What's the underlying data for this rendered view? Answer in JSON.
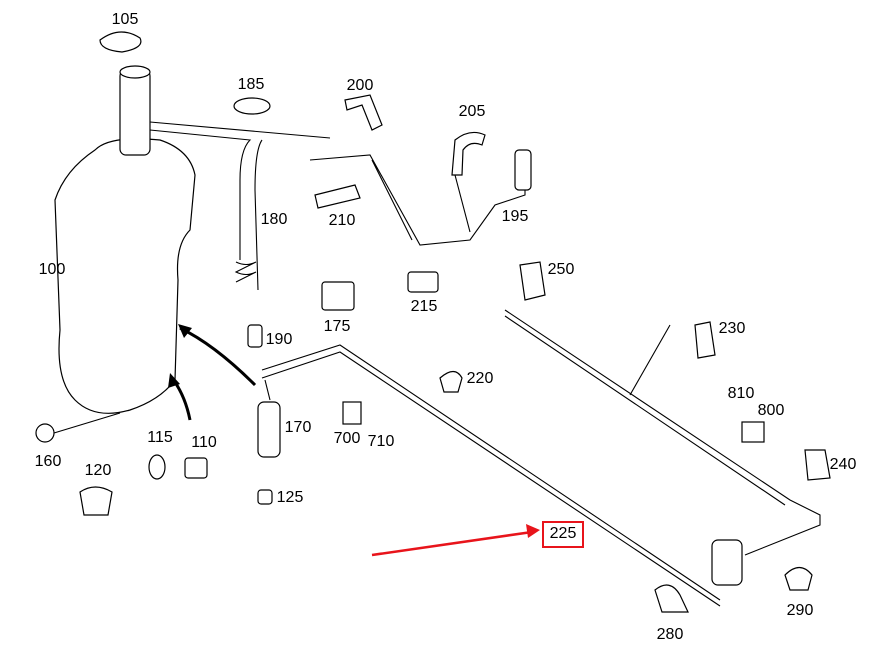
{
  "diagram": {
    "highlight_color": "#e8141b",
    "highlighted_part": "225",
    "parts": [
      {
        "id": "p105",
        "label": "105"
      },
      {
        "id": "p185",
        "label": "185"
      },
      {
        "id": "p200",
        "label": "200"
      },
      {
        "id": "p205",
        "label": "205"
      },
      {
        "id": "p180",
        "label": "180"
      },
      {
        "id": "p210",
        "label": "210"
      },
      {
        "id": "p195",
        "label": "195"
      },
      {
        "id": "p100",
        "label": "100"
      },
      {
        "id": "p250",
        "label": "250"
      },
      {
        "id": "p230",
        "label": "230"
      },
      {
        "id": "p175",
        "label": "175"
      },
      {
        "id": "p215",
        "label": "215"
      },
      {
        "id": "p190",
        "label": "190"
      },
      {
        "id": "p220",
        "label": "220"
      },
      {
        "id": "p810",
        "label": "810"
      },
      {
        "id": "p800",
        "label": "800"
      },
      {
        "id": "p170",
        "label": "170"
      },
      {
        "id": "p700",
        "label": "700"
      },
      {
        "id": "p710",
        "label": "710"
      },
      {
        "id": "p240",
        "label": "240"
      },
      {
        "id": "p115",
        "label": "115"
      },
      {
        "id": "p110",
        "label": "110"
      },
      {
        "id": "p160",
        "label": "160"
      },
      {
        "id": "p120",
        "label": "120"
      },
      {
        "id": "p125",
        "label": "125"
      },
      {
        "id": "p225",
        "label": "225"
      },
      {
        "id": "p290",
        "label": "290"
      },
      {
        "id": "p280",
        "label": "280"
      }
    ]
  }
}
